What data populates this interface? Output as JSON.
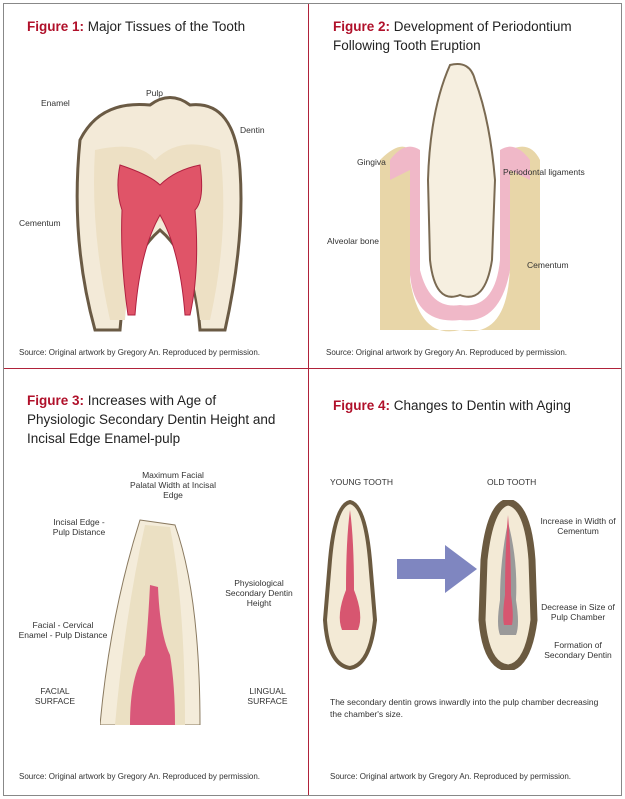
{
  "figures": [
    {
      "label": "Figure 1:",
      "title": " Major Tissues of the Tooth",
      "source": "Source: Original artwork by Gregory An. Reproduced by permission.",
      "annotations": {
        "pulp": "Pulp",
        "enamel": "Enamel",
        "dentin": "Dentin",
        "cementum": "Cementum"
      }
    },
    {
      "label": "Figure 2:",
      "title": " Development of Periodontium Following Tooth Eruption",
      "source": "Source: Original artwork by Gregory An. Reproduced by permission.",
      "annotations": {
        "gingiva": "Gingiva",
        "periodontal": "Periodontal ligaments",
        "alveolar": "Alveolar bone",
        "cementum": "Cementum"
      }
    },
    {
      "label": "Figure 3:",
      "title": " Increases with Age of Physiologic Secondary Dentin Height and Incisal Edge Enamel-pulp",
      "source": "Source: Original artwork by Gregory An. Reproduced by permission.",
      "annotations": {
        "max_width": "Maximum Facial Palatal Width at Incisal Edge",
        "incisal": "Incisal Edge - Pulp Distance",
        "physio": "Physiological Secondary Dentin Height",
        "facial_cervical": "Facial - Cervical Enamel - Pulp Distance",
        "facial": "FACIAL SURFACE",
        "lingual": "LINGUAL SURFACE"
      }
    },
    {
      "label": "Figure 4:",
      "title": " Changes to Dentin with Aging",
      "source": "Source: Original artwork by Gregory An. Reproduced by permission.",
      "annotations": {
        "young": "YOUNG TOOTH",
        "old": "OLD TOOTH",
        "cementum_width": "Increase in Width of Cementum",
        "pulp_size": "Decrease in Size of Pulp Chamber",
        "secondary": "Formation of Secondary Dentin"
      },
      "caption": "The secondary dentin grows inwardly into the pulp chamber decreasing the chamber's size."
    }
  ],
  "colors": {
    "accent": "#b0102a",
    "divider": "#b0223a"
  }
}
